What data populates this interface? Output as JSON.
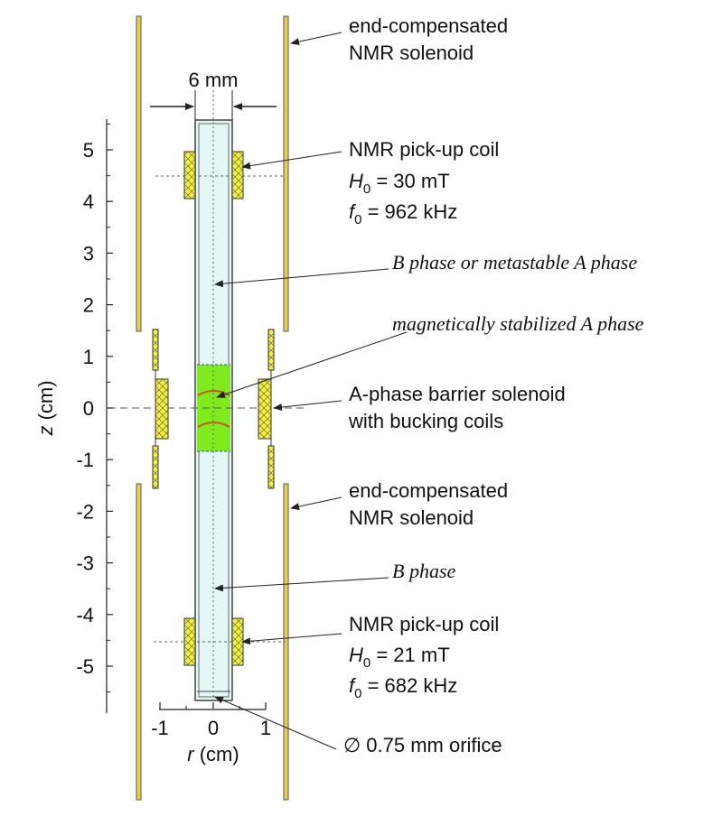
{
  "diagram": {
    "width_annotation": "6 mm",
    "z_axis": {
      "label_var": "z",
      "label_unit": " (cm)",
      "ticks": [
        "5",
        "4",
        "3",
        "2",
        "1",
        "0",
        "-1",
        "-2",
        "-3",
        "-4",
        "-5"
      ]
    },
    "r_axis": {
      "label_var": "r",
      "label_unit": " (cm)",
      "ticks": [
        "-1",
        "0",
        "1"
      ]
    },
    "labels": {
      "solenoid_top": {
        "line1": "end-compensated",
        "line2": "NMR solenoid"
      },
      "pickup_top": {
        "title": "NMR pick-up coil",
        "h_var": "H",
        "h_sub": "0",
        "h_val": " = 30 mT",
        "f_var": "f",
        "f_sub": "0",
        "f_val": " = 962 kHz"
      },
      "b_or_meta": "B phase or metastable A phase",
      "mag_stab": "magnetically stabilized A phase",
      "barrier": {
        "line1": "A-phase barrier solenoid",
        "line2": "with bucking coils"
      },
      "solenoid_bottom": {
        "line1": "end-compensated",
        "line2": "NMR solenoid"
      },
      "b_phase": "B phase",
      "pickup_bottom": {
        "title": "NMR pick-up coil",
        "h_var": "H",
        "h_sub": "0",
        "h_val": " = 21 mT",
        "f_var": "f",
        "f_sub": "0",
        "f_val": " = 682 kHz"
      },
      "orifice": "∅ 0.75 mm orifice"
    },
    "colors": {
      "solenoid_fill": "#e6cf52",
      "coil_fill": "#f2ee3a",
      "a_phase_fill": "#7fea1e",
      "tube_fill": "#e3f8f6",
      "interface": "#c8561e",
      "stroke": "#222222"
    }
  }
}
